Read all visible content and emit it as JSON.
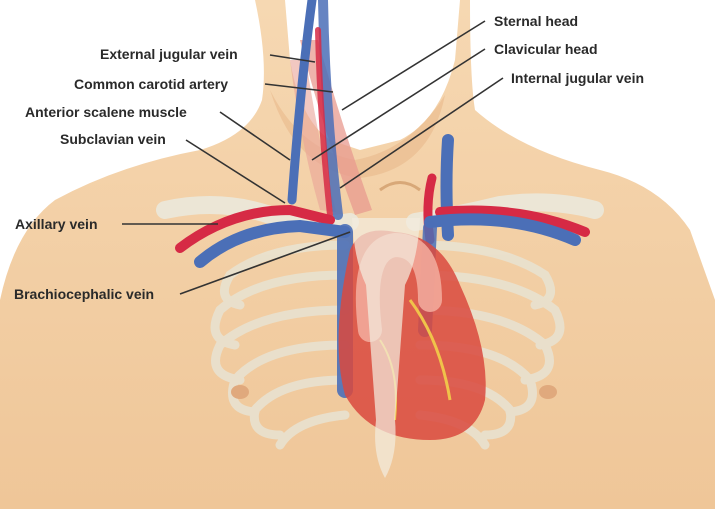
{
  "labels": {
    "sternal_head": "Sternal head",
    "clavicular_head": "Clavicular head",
    "internal_jugular_vein": "Internal jugular vein",
    "external_jugular_vein": "External jugular vein",
    "common_carotid_artery": "Common carotid artery",
    "anterior_scalene_muscle": "Anterior scalene muscle",
    "subclavian_vein": "Subclavian vein",
    "axillary_vein": "Axillary vein",
    "brachiocephalic_vein": "Brachiocephalic vein"
  },
  "colors": {
    "skin": "#f2cfa5",
    "skin_shadow": "#e2b587",
    "bone": "#ece6d6",
    "vein": "#4b6fb7",
    "artery": "#d62a45",
    "heart": "#d9493e",
    "muscle": "#e89a8f",
    "leader_line": "#333333"
  }
}
